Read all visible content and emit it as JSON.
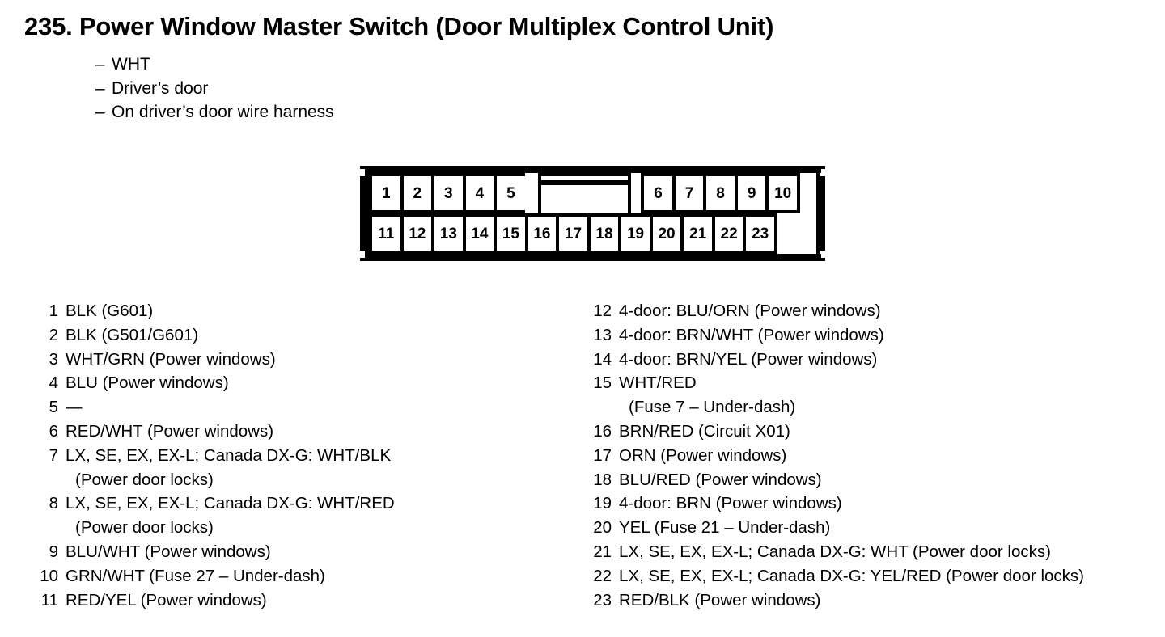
{
  "page": {
    "title": "235. Power Window Master Switch (Door Multiplex Control Unit)",
    "notes": [
      {
        "dash": "–",
        "text": "WHT"
      },
      {
        "dash": "–",
        "text": "Driver’s door"
      },
      {
        "dash": "–",
        "text": "On driver’s door wire harness"
      }
    ]
  },
  "connector": {
    "total_pins": 23,
    "top_row": [
      "1",
      "2",
      "3",
      "4",
      "5"
    ],
    "top_row_right": [
      "6",
      "7",
      "8",
      "9",
      "10"
    ],
    "bottom_row": [
      "11",
      "12",
      "13",
      "14",
      "15",
      "16",
      "17",
      "18",
      "19",
      "20",
      "21",
      "22",
      "23"
    ],
    "keyway_label": ""
  },
  "pins_left": [
    {
      "num": "1",
      "desc": "BLK (G601)",
      "cont": ""
    },
    {
      "num": "2",
      "desc": "BLK (G501/G601)",
      "cont": ""
    },
    {
      "num": "3",
      "desc": "WHT/GRN (Power windows)",
      "cont": ""
    },
    {
      "num": "4",
      "desc": "BLU (Power windows)",
      "cont": ""
    },
    {
      "num": "5",
      "desc": "—",
      "cont": ""
    },
    {
      "num": "6",
      "desc": "RED/WHT (Power windows)",
      "cont": ""
    },
    {
      "num": "7",
      "desc": "LX, SE, EX, EX-L; Canada DX-G: WHT/BLK",
      "cont": "(Power door locks)"
    },
    {
      "num": "8",
      "desc": "LX, SE, EX, EX-L; Canada DX-G: WHT/RED",
      "cont": "(Power door locks)"
    },
    {
      "num": "9",
      "desc": "BLU/WHT (Power windows)",
      "cont": ""
    },
    {
      "num": "10",
      "desc": "GRN/WHT (Fuse 27 – Under-dash)",
      "cont": ""
    },
    {
      "num": "11",
      "desc": "RED/YEL (Power windows)",
      "cont": ""
    }
  ],
  "pins_right": [
    {
      "num": "12",
      "desc": "4-door: BLU/ORN (Power windows)",
      "cont": ""
    },
    {
      "num": "13",
      "desc": "4-door: BRN/WHT (Power windows)",
      "cont": ""
    },
    {
      "num": "14",
      "desc": "4-door: BRN/YEL (Power windows)",
      "cont": ""
    },
    {
      "num": "15",
      "desc": "WHT/RED",
      "cont": "(Fuse 7 – Under-dash)"
    },
    {
      "num": "16",
      "desc": "BRN/RED (Circuit X01)",
      "cont": ""
    },
    {
      "num": "17",
      "desc": "ORN (Power windows)",
      "cont": ""
    },
    {
      "num": "18",
      "desc": "BLU/RED (Power windows)",
      "cont": ""
    },
    {
      "num": "19",
      "desc": "4-door: BRN (Power windows)",
      "cont": ""
    },
    {
      "num": "20",
      "desc": "YEL (Fuse 21 – Under-dash)",
      "cont": ""
    },
    {
      "num": "21",
      "desc": "LX, SE, EX, EX-L; Canada DX-G: WHT (Power door locks)",
      "cont": ""
    },
    {
      "num": "22",
      "desc": "LX, SE, EX, EX-L; Canada DX-G: YEL/RED (Power door locks)",
      "cont": ""
    },
    {
      "num": "23",
      "desc": "RED/BLK (Power windows)",
      "cont": ""
    }
  ],
  "colors": {
    "ink": "#000000",
    "paper": "#ffffff"
  }
}
